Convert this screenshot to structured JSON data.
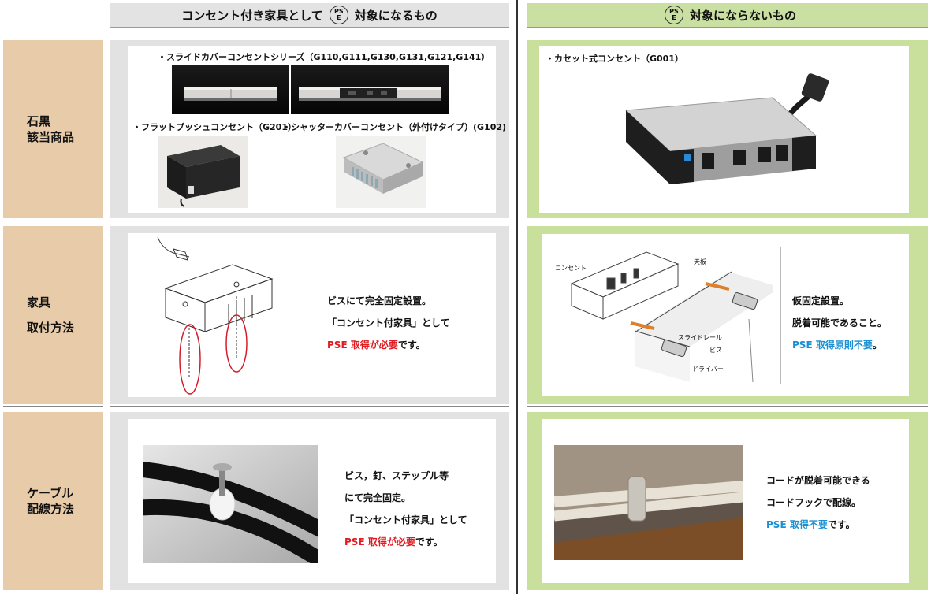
{
  "header": {
    "left_prefix": "コンセント付き家具として",
    "left_suffix": "対象になるもの",
    "right_suffix": "対象にならないもの",
    "pse_top": "PS",
    "pse_bottom": "E"
  },
  "rows": [
    {
      "label_line1": "石黒",
      "label_line2": "該当商品"
    },
    {
      "label_line1": "家具",
      "label_line2": "取付方法"
    },
    {
      "label_line1": "ケーブル",
      "label_line2": "配線方法"
    }
  ],
  "row1": {
    "left_caption_top": "・スライドカバーコンセントシリーズ（G110,G111,G130,G131,G121,G141）",
    "left_caption_flat": "・フラットプッシュコンセント（G201）",
    "left_caption_shutter": "・シャッターカバーコンセント（外付けタイプ）(G102)",
    "right_caption": "・カセット式コンセント（G001）"
  },
  "row2": {
    "left_line1": "ビスにて完全固定設置。",
    "left_line2": "「コンセント付家具」として",
    "left_line3_em": "PSE 取得が必要",
    "left_line3_tail": "です。",
    "right_line1": "仮固定設置。",
    "right_line2": "脱着可能であること。",
    "right_line3_em": "PSE 取得原則不要",
    "right_line3_tail": "。",
    "diagram_labels": {
      "outlet": "コンセント",
      "top_board": "天板",
      "slide_rail": "スライドレール",
      "screw": "ビス",
      "driver": "ドライバー"
    }
  },
  "row3": {
    "left_line1": "ビス，釘、ステップル等",
    "left_line2": "にて完全固定。",
    "left_line3": "「コンセント付家具」として",
    "left_line4_em": "PSE 取得が必要",
    "left_line4_tail": "です。",
    "right_line1": "コードが脱着可能できる",
    "right_line2": "コードフックで配線。",
    "right_line3_em": "PSE 取得不要",
    "right_line3_tail": "です。"
  },
  "colors": {
    "label_bg": "#e8cca9",
    "grey_bg": "#e2e2e2",
    "green_bg": "#c8e09c",
    "red_text": "#e11b22",
    "blue_text": "#1a8fd1"
  }
}
